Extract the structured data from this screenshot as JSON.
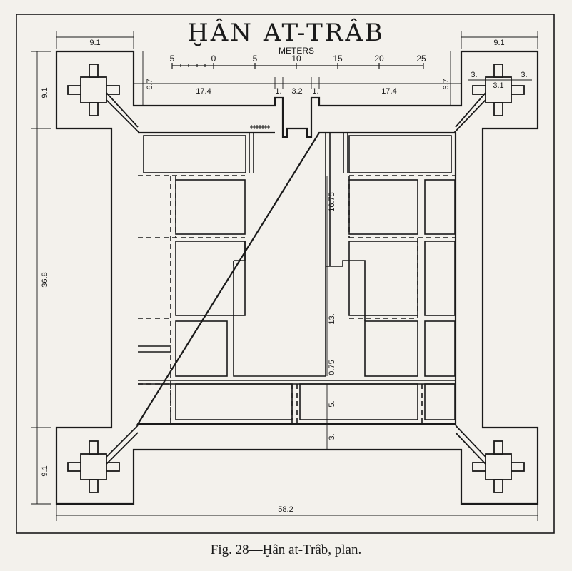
{
  "title": "ḪÂN AT-TRÂB",
  "caption": "Fig. 28—Ḫân at-Trâb, plan.",
  "scale": {
    "unit_label": "METERS",
    "ticks": [
      "5",
      "0",
      "5",
      "10",
      "15",
      "20",
      "25"
    ]
  },
  "dimensions": {
    "tower_width_left": "9.1",
    "tower_width_right": "9.1",
    "tower_height_left_top": "9.1",
    "tower_height_left_bottom": "9.1",
    "wall_thickness_left": "6.7",
    "wall_thickness_right": "6.7",
    "span_left": "17.4",
    "span_right": "17.4",
    "door_jamb_left": "1.",
    "door_jamb_right": "1.",
    "entrance": "3.2",
    "tower_right_a": "3.",
    "tower_right_b": "3.1",
    "tower_right_c": "3.",
    "side_length": "36.8",
    "court_a": "16.75",
    "court_b": "13.",
    "court_c": "0.75",
    "court_d": "5.",
    "court_e": "3.",
    "total_width": "58.2"
  }
}
